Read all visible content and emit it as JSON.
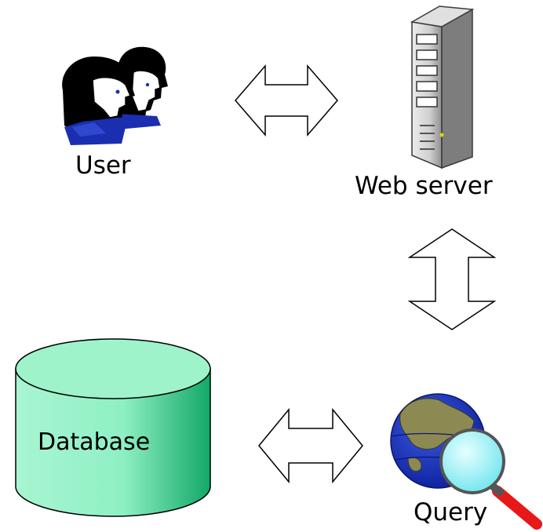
{
  "nodes": {
    "user": {
      "label": "User",
      "icon": "users-icon"
    },
    "web_server": {
      "label": "Web server",
      "icon": "server-tower-icon"
    },
    "database": {
      "label": "Database",
      "icon": "database-cylinder-icon"
    },
    "query": {
      "label": "Query",
      "icon": "globe-magnifier-icon"
    }
  },
  "connections": [
    {
      "from": "user",
      "to": "web_server",
      "type": "bidirectional"
    },
    {
      "from": "web_server",
      "to": "query",
      "type": "bidirectional"
    },
    {
      "from": "database",
      "to": "query",
      "type": "bidirectional"
    }
  ],
  "colors": {
    "database_fill": "#8ff0c4",
    "database_dark": "#18b070",
    "globe_blue": "#1c36c8",
    "land_olive": "#8c8a52",
    "lens_cyan": "#9ff7f7",
    "handle_red": "#e81818",
    "user_hair": "#000000",
    "user_shirt": "#1a2fb0",
    "server_gray": "#c8c8c8"
  }
}
